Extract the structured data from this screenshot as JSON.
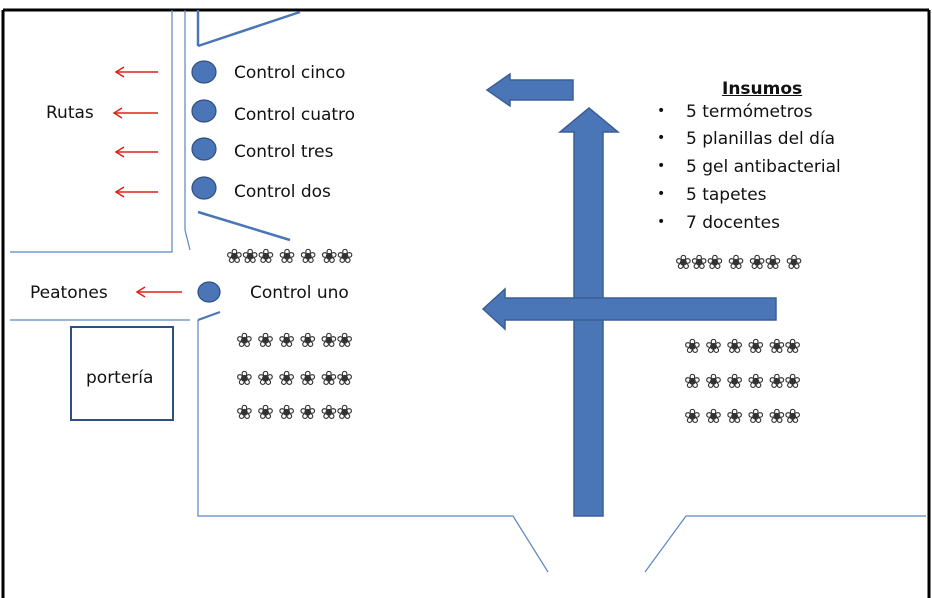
{
  "labels": {
    "control_cinco": "Control cinco",
    "control_cuatro": "Control cuatro",
    "control_tres": "Control tres",
    "control_dos": "Control dos",
    "control_uno": "Control uno",
    "rutas": "Rutas",
    "peatones": "Peatones",
    "porteria": "portería"
  },
  "supplies": {
    "title": "Insumos",
    "items": [
      "5 termómetros",
      "5 planillas  del día",
      "5 gel antibacterial",
      "5 tapetes",
      "7 docentes"
    ]
  },
  "colors": {
    "arrow_fill": "#4a76b8",
    "arrow_stroke": "#3b5f95",
    "wall": "#5b86c2",
    "control_dot": "#4a76b8",
    "red_arrow": "#e0201a",
    "border": "#000000"
  },
  "icons": {
    "plant": "plant-icon",
    "control": "control-point-icon",
    "route_arrow": "red-left-arrow-icon"
  },
  "plant_rows": {
    "row1": "❀❀❀ ❀ ❀ ❀❀",
    "row2": "❀❀❀❀❀❀ ❀",
    "row3": "❀ ❀ ❀ ❀ ❀❀",
    "row4": "❀ ❀ ❀ ❀ ❀❀"
  }
}
